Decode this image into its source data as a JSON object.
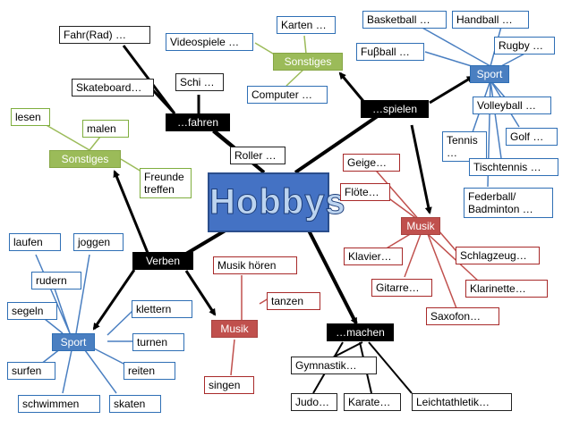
{
  "center": "Hobbys",
  "hubs": {
    "spielen": "…spielen",
    "fahren": "…fahren",
    "machen": "…machen",
    "verben": "Verben"
  },
  "categories": {
    "sport_top": "Sport",
    "sport_bottom": "Sport",
    "sonstiges_top": "Sonstiges",
    "sonstiges_left": "Sonstiges",
    "musik_right": "Musik",
    "musik_center": "Musik"
  },
  "sport_spielen": [
    "Basketball …",
    "Handball …",
    "Fuβball …",
    "Rugby …",
    "Volleyball …",
    "Tennis …",
    "Golf …",
    "Tischtennis …",
    "Federball/ Badminton …"
  ],
  "sonstiges_spielen": [
    "Karten …",
    "Videospiele …",
    "Computer …"
  ],
  "fahren_items": [
    "Fahr(Rad) …",
    "Skateboard…",
    "Schi …",
    "Roller …"
  ],
  "sonstiges_verben": [
    "lesen",
    "malen",
    "Freunde treffen"
  ],
  "musik_machen": [
    "Geige…",
    "Flöte…",
    "Klavier…",
    "Schlagzeug…",
    "Gitarre…",
    "Klarinette…",
    "Saxofon…"
  ],
  "machen_items": [
    "Gymnastik…",
    "Judo…",
    "Karate…",
    "Leichtathletik…"
  ],
  "musik_verben": [
    "Musik hören",
    "tanzen",
    "singen"
  ],
  "sport_verben": [
    "laufen",
    "joggen",
    "rudern",
    "segeln",
    "klettern",
    "turnen",
    "surfen",
    "reiten",
    "schwimmen",
    "skaten"
  ]
}
